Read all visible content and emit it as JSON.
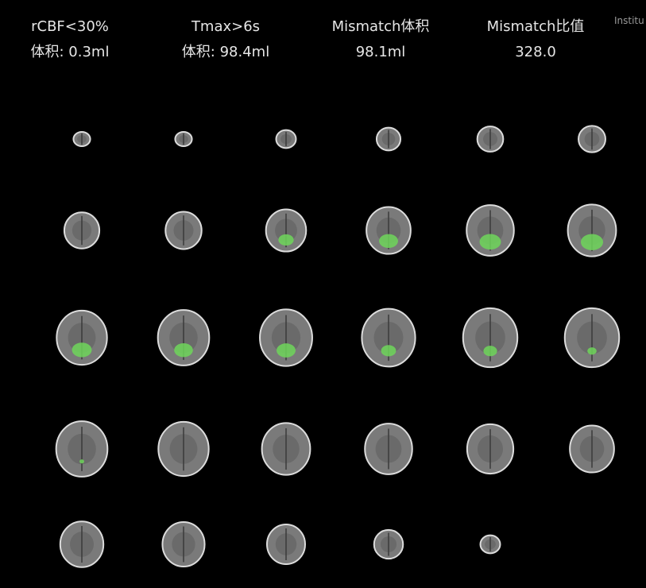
{
  "metrics": [
    {
      "label": "rCBF<30%",
      "value": "体积: 0.3ml"
    },
    {
      "label": "Tmax>6s",
      "value": "体积: 98.4ml"
    },
    {
      "label": "Mismatch体积",
      "value": "98.1ml"
    },
    {
      "label": "Mismatch比值",
      "value": "328.0"
    }
  ],
  "watermark": "Institu",
  "colors": {
    "background": "#000000",
    "text": "#e6e6e6",
    "tissue": "#7a7a7a",
    "lesion_overlay": "#6fd65a"
  },
  "slices": {
    "rows": 5,
    "columns": 6,
    "items": [
      {
        "index": 1,
        "level": 0.08,
        "lesion": 0
      },
      {
        "index": 2,
        "level": 0.08,
        "lesion": 0
      },
      {
        "index": 3,
        "level": 0.14,
        "lesion": 0
      },
      {
        "index": 4,
        "level": 0.22,
        "lesion": 0
      },
      {
        "index": 5,
        "level": 0.26,
        "lesion": 0
      },
      {
        "index": 6,
        "level": 0.28,
        "lesion": 0
      },
      {
        "index": 7,
        "level": 0.44,
        "lesion": 0
      },
      {
        "index": 8,
        "level": 0.46,
        "lesion": 0
      },
      {
        "index": 9,
        "level": 0.54,
        "lesion": 0.55
      },
      {
        "index": 10,
        "level": 0.62,
        "lesion": 0.65
      },
      {
        "index": 11,
        "level": 0.68,
        "lesion": 0.7
      },
      {
        "index": 12,
        "level": 0.7,
        "lesion": 0.72
      },
      {
        "index": 13,
        "level": 0.74,
        "lesion": 0.6
      },
      {
        "index": 14,
        "level": 0.76,
        "lesion": 0.55
      },
      {
        "index": 15,
        "level": 0.78,
        "lesion": 0.55
      },
      {
        "index": 16,
        "level": 0.8,
        "lesion": 0.4
      },
      {
        "index": 17,
        "level": 0.82,
        "lesion": 0.35
      },
      {
        "index": 18,
        "level": 0.82,
        "lesion": 0.2
      },
      {
        "index": 19,
        "level": 0.76,
        "lesion": 0.05
      },
      {
        "index": 20,
        "level": 0.74,
        "lesion": 0
      },
      {
        "index": 21,
        "level": 0.7,
        "lesion": 0
      },
      {
        "index": 22,
        "level": 0.68,
        "lesion": 0
      },
      {
        "index": 23,
        "level": 0.66,
        "lesion": 0
      },
      {
        "index": 24,
        "level": 0.62,
        "lesion": 0
      },
      {
        "index": 25,
        "level": 0.6,
        "lesion": 0
      },
      {
        "index": 26,
        "level": 0.58,
        "lesion": 0
      },
      {
        "index": 27,
        "level": 0.5,
        "lesion": 0
      },
      {
        "index": 28,
        "level": 0.32,
        "lesion": 0
      },
      {
        "index": 29,
        "level": 0.14,
        "lesion": 0
      },
      {
        "index": 30,
        "level": 0.0,
        "lesion": 0
      }
    ]
  }
}
